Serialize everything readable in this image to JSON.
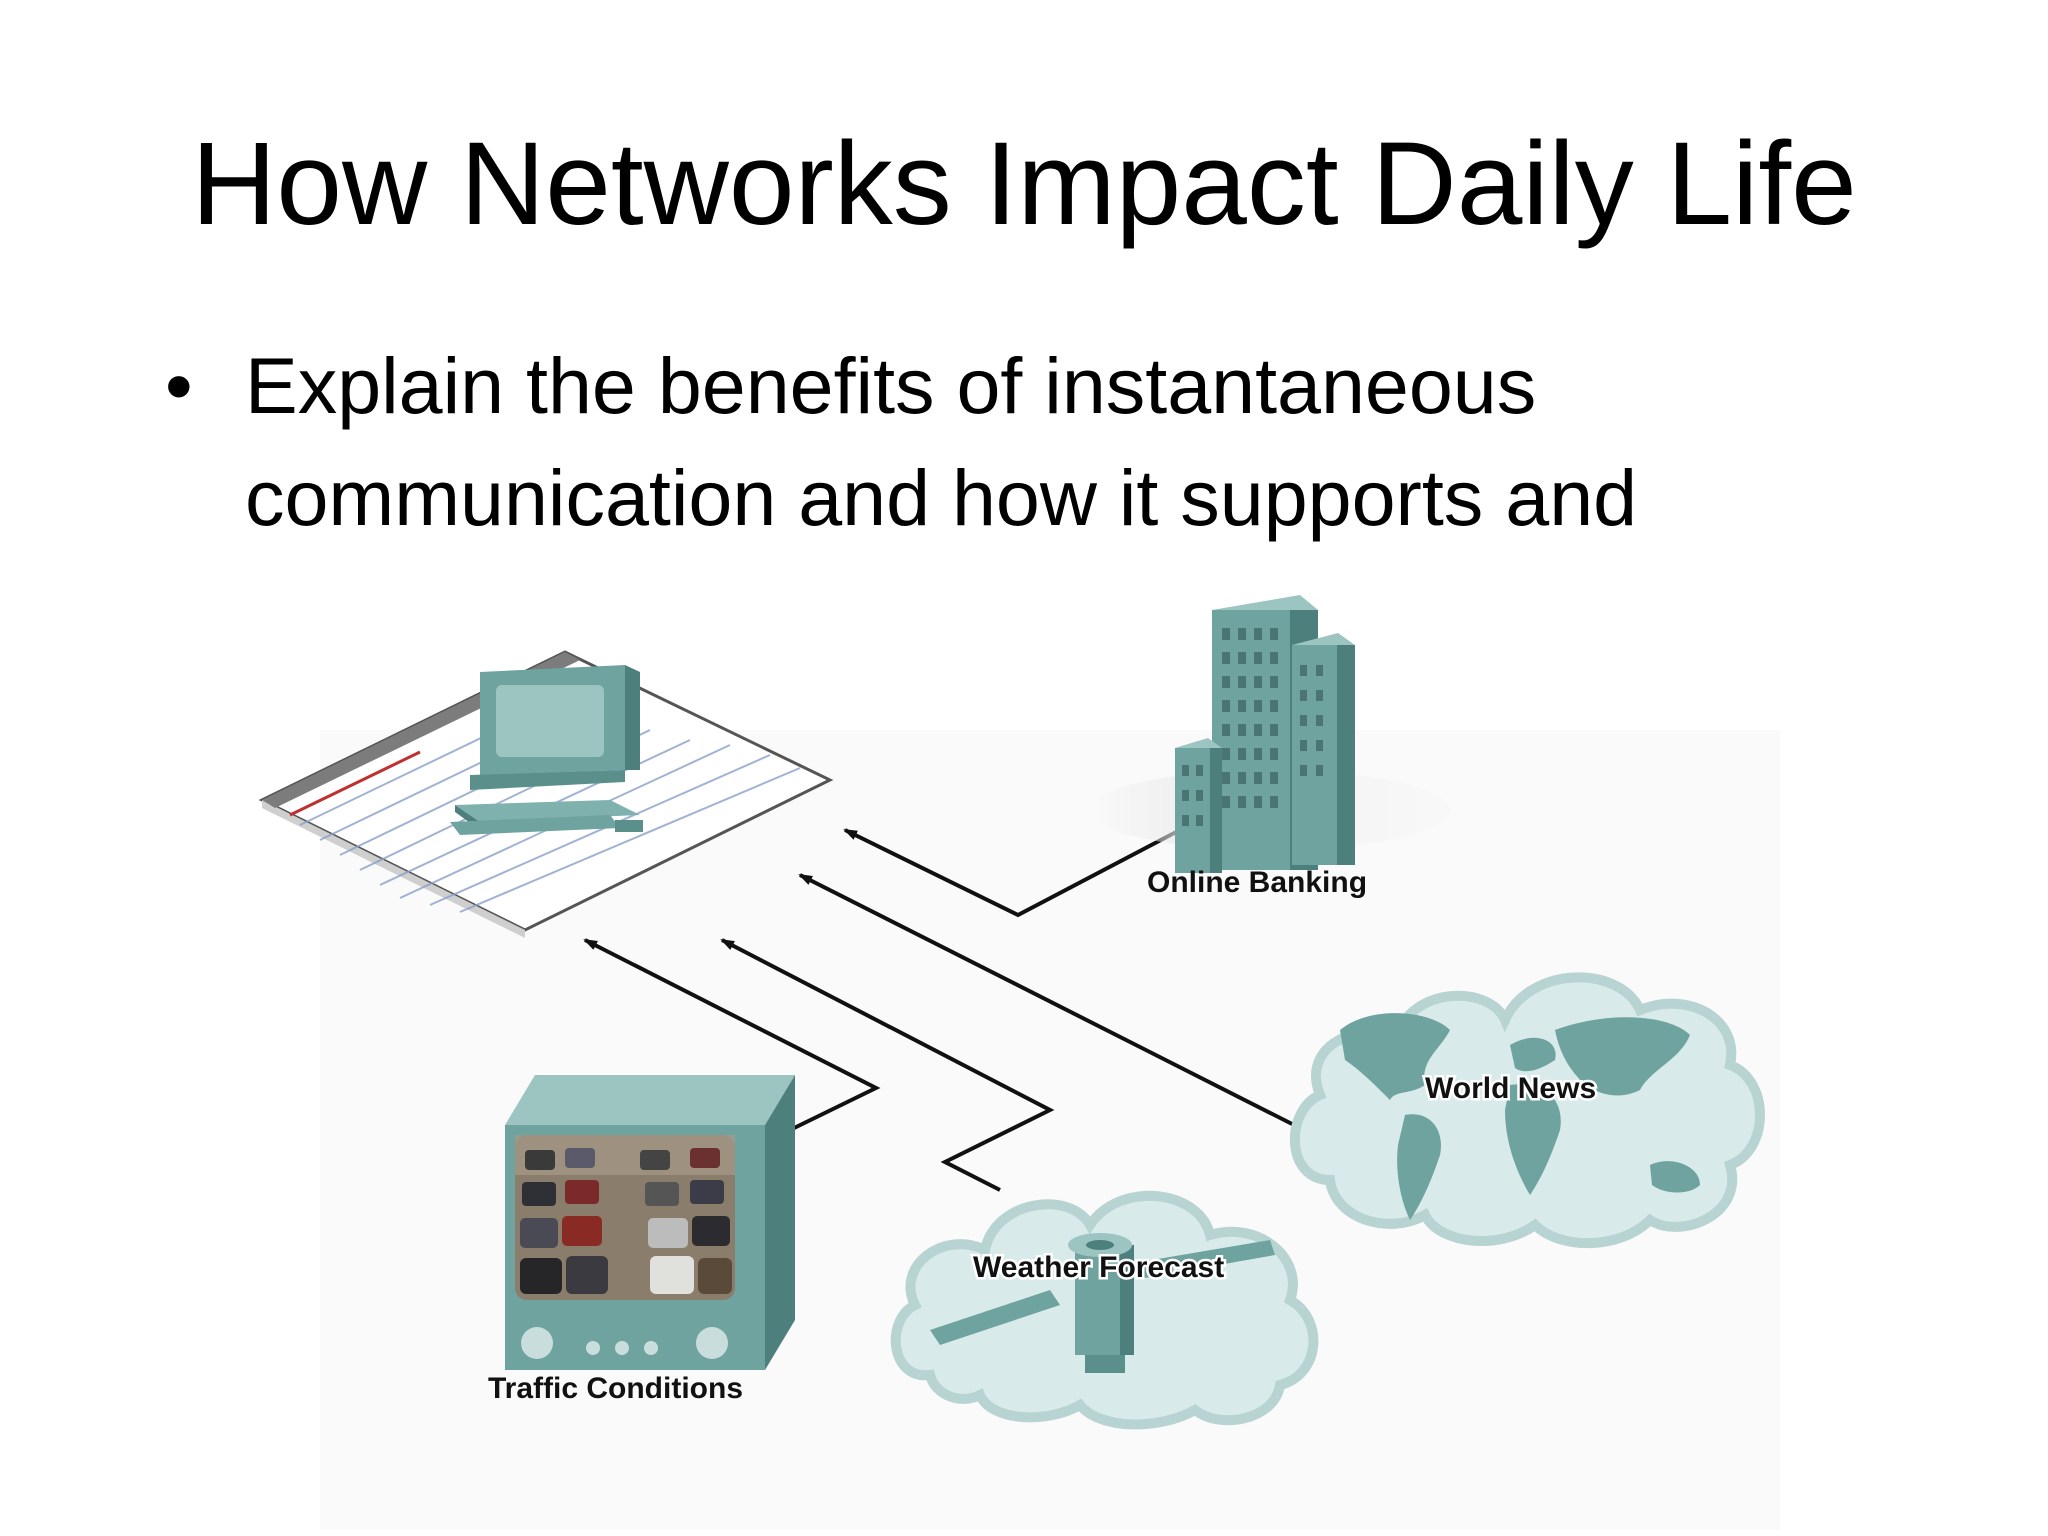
{
  "slide": {
    "title": "How Networks Impact Daily Life",
    "bullet": "Explain the benefits of instantaneous communication and how it supports and"
  },
  "diagram": {
    "labels": {
      "online_banking": "Online Banking",
      "world_news": "World News",
      "weather_forecast": "Weather Forecast",
      "traffic_conditions": "Traffic Conditions"
    },
    "colors": {
      "device_teal": "#6fa3a0",
      "device_dark": "#4d807d",
      "device_light": "#9cc4c1",
      "cloud_fill": "#d9eaea",
      "cloud_edge": "#b7d3d2",
      "arrow": "#111111"
    }
  }
}
